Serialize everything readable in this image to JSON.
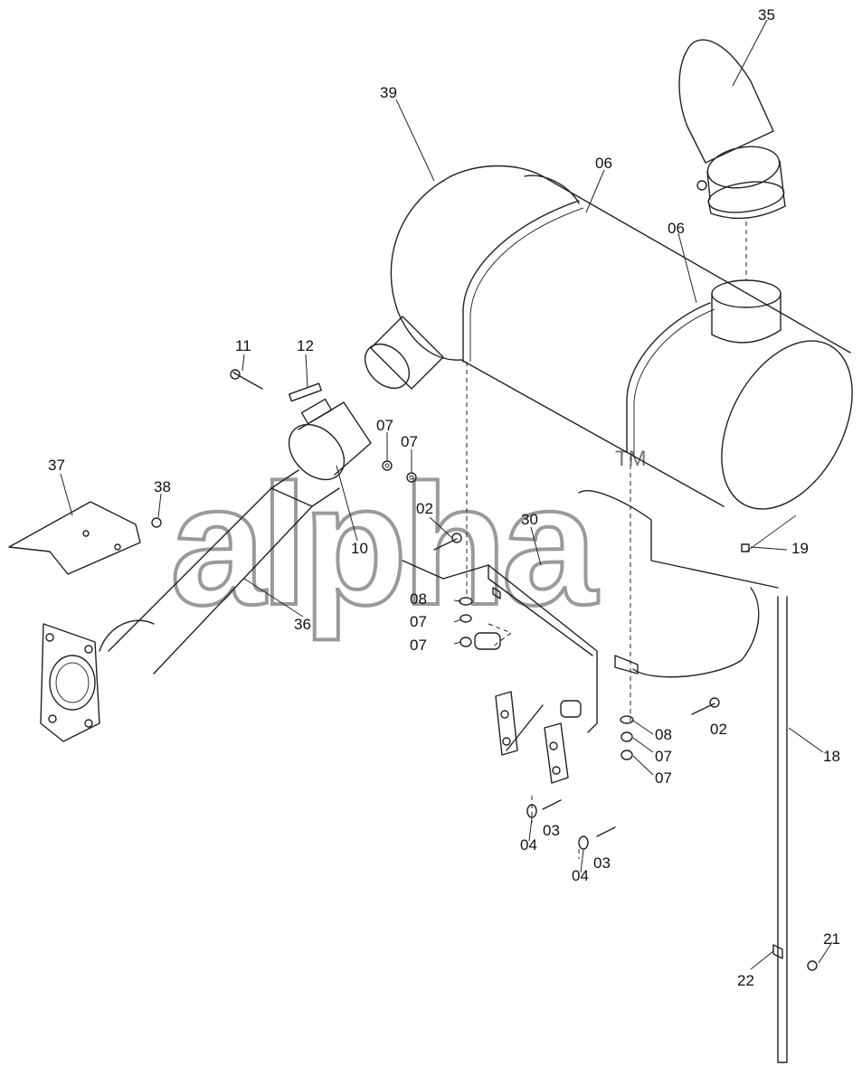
{
  "watermark": {
    "text": "alpha",
    "trademark": "TM"
  },
  "callouts": {
    "c35": "35",
    "c39": "39",
    "c06a": "06",
    "c06b": "06",
    "c11": "11",
    "c12": "12",
    "c07a": "07",
    "c07b": "07",
    "c37": "37",
    "c38": "38",
    "c10": "10",
    "c36": "36",
    "c02a": "02",
    "c30": "30",
    "c19": "19",
    "c08a": "08",
    "c07c": "07",
    "c07d": "07",
    "c08b": "08",
    "c02b": "02",
    "c07e": "07",
    "c07f": "07",
    "c18": "18",
    "c04a": "04",
    "c03a": "03",
    "c04b": "04",
    "c03b": "03",
    "c21": "21",
    "c22": "22"
  },
  "colors": {
    "line": "#222222",
    "watermark": "#9a9a9a",
    "background": "#ffffff"
  }
}
